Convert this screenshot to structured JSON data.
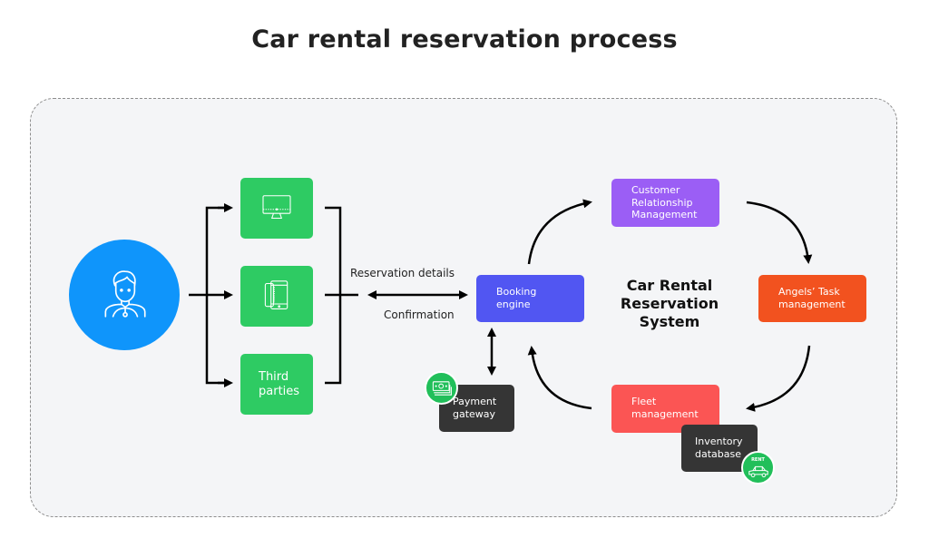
{
  "title": "Car rental reservation process",
  "colors": {
    "background": "#f4f5f7",
    "customer_circle": "#0f95fb",
    "channel_green": "#2ecb63",
    "booking_engine": "#5156f2",
    "crm": "#9b5ef5",
    "angels": "#f2521f",
    "fleet": "#fb5554",
    "dark_box": "#353535",
    "badge_green": "#21bf5a"
  },
  "customer": {
    "icon": "customer-driver-icon"
  },
  "channels": [
    {
      "id": "desktop",
      "icon": "desktop-monitor-icon",
      "label": ""
    },
    {
      "id": "mobile",
      "icon": "mobile-tablet-icon",
      "label": ""
    },
    {
      "id": "third-parties",
      "icon": "",
      "label": "Third\nparties"
    }
  ],
  "edge_labels": {
    "upper": "Reservation details",
    "lower": "Confirmation"
  },
  "system": {
    "title": "Car Rental\nReservation System",
    "nodes": {
      "booking_engine": "Booking\nengine",
      "crm": "Customer\nRelationship\nManagement",
      "angels": "Angels’ Task\nmanagement",
      "fleet": "Fleet\nmanagement",
      "payment": "Payment\ngateway",
      "inventory": "Inventory\ndatabase"
    },
    "badges": {
      "payment": "cash-icon",
      "inventory": {
        "icon": "rent-car-icon",
        "text": "RENT"
      }
    }
  }
}
